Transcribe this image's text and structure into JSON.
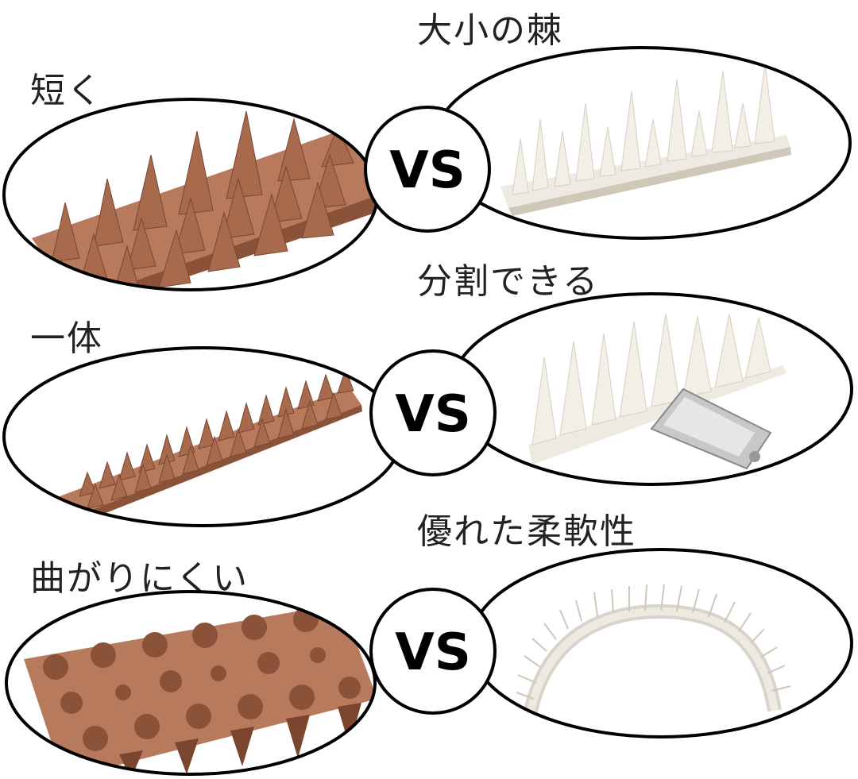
{
  "rows": [
    {
      "left_label": "短く",
      "right_label": "大小の棘",
      "vs_label": "VS",
      "left_product": "brown-short-spike-strip",
      "right_product": "white-mixed-spike-strip"
    },
    {
      "left_label": "一体",
      "right_label": "分割できる",
      "vs_label": "VS",
      "left_product": "brown-one-piece-spike-strip",
      "right_product": "white-detachable-spike-strip"
    },
    {
      "left_label": "曲がりにくい",
      "right_label": "優れた柔軟性",
      "vs_label": "VS",
      "left_product": "brown-rigid-spike-base",
      "right_product": "white-flexible-spike-strip"
    }
  ],
  "colors": {
    "brown": "#b87a5c",
    "brown_dark": "#8a5238",
    "white_product": "#efeae1",
    "white_shadow": "#cfc7b8",
    "outline": "#000000"
  }
}
